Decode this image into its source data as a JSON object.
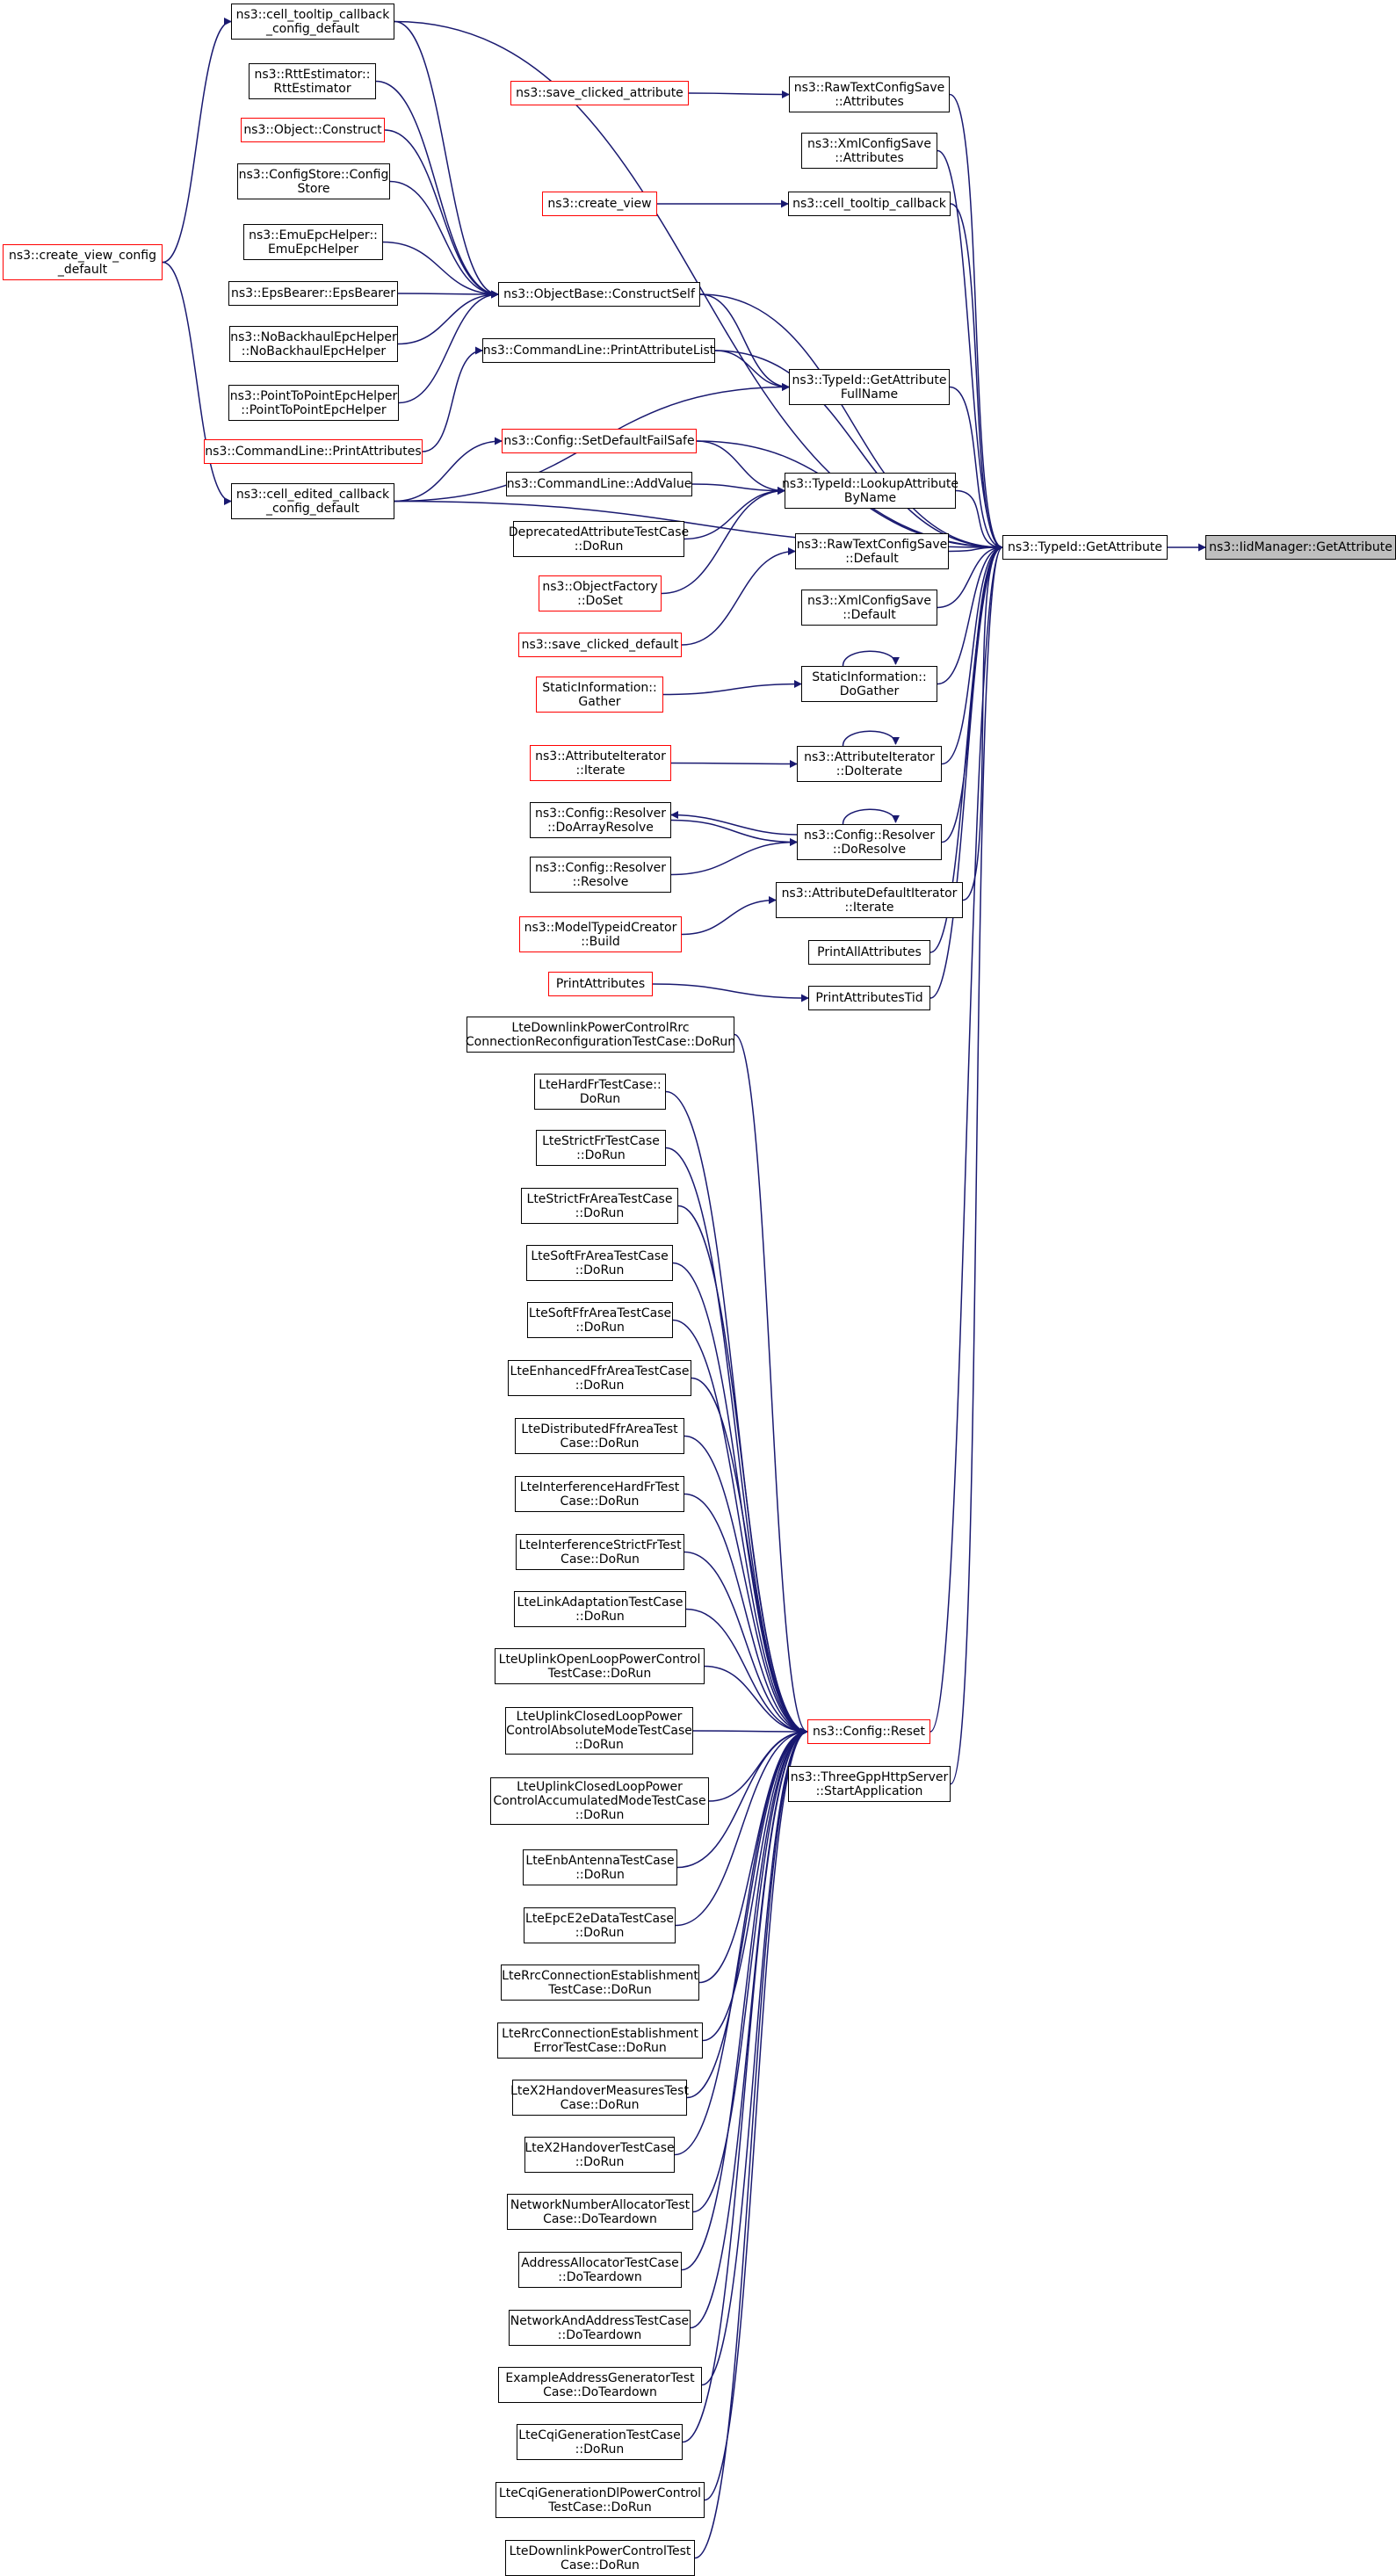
{
  "colors": {
    "edge": "#191970",
    "border": "#000000",
    "border_incomplete": "#ff0000",
    "root_fill": "#bfbfbf"
  },
  "nodes": [
    {
      "id": "root",
      "label": "ns3::IidManager::GetAttribute",
      "style": "root"
    },
    {
      "id": "ga",
      "label": "ns3::TypeId::GetAttribute",
      "style": "normal"
    },
    {
      "id": "rtcs_attr",
      "label": "ns3::RawTextConfigSave\n::Attributes",
      "style": "normal"
    },
    {
      "id": "xml_attr",
      "label": "ns3::XmlConfigSave\n::Attributes",
      "style": "normal"
    },
    {
      "id": "ctc",
      "label": "ns3::cell_tooltip_callback",
      "style": "normal"
    },
    {
      "id": "obcs",
      "label": "ns3::ObjectBase::ConstructSelf",
      "style": "normal"
    },
    {
      "id": "clpal",
      "label": "ns3::CommandLine::PrintAttributeList",
      "style": "normal"
    },
    {
      "id": "gafn",
      "label": "ns3::TypeId::GetAttribute\nFullName",
      "style": "normal"
    },
    {
      "id": "sdfs",
      "label": "ns3::Config::SetDefaultFailSafe",
      "style": "red"
    },
    {
      "id": "clav",
      "label": "ns3::CommandLine::AddValue",
      "style": "normal"
    },
    {
      "id": "labn",
      "label": "ns3::TypeId::LookupAttribute\nByName",
      "style": "normal"
    },
    {
      "id": "datc",
      "label": "DeprecatedAttributeTestCase\n::DoRun",
      "style": "normal"
    },
    {
      "id": "rtcs_def",
      "label": "ns3::RawTextConfigSave\n::Default",
      "style": "normal"
    },
    {
      "id": "ofds",
      "label": "ns3::ObjectFactory\n::DoSet",
      "style": "red"
    },
    {
      "id": "xml_def",
      "label": "ns3::XmlConfigSave\n::Default",
      "style": "normal"
    },
    {
      "id": "scd",
      "label": "ns3::save_clicked_default",
      "style": "red"
    },
    {
      "id": "si_gather",
      "label": "StaticInformation::\nGather",
      "style": "red"
    },
    {
      "id": "si_dogather",
      "label": "StaticInformation::\nDoGather",
      "style": "normal"
    },
    {
      "id": "ai_iter",
      "label": "ns3::AttributeIterator\n::Iterate",
      "style": "red"
    },
    {
      "id": "ai_doiter",
      "label": "ns3::AttributeIterator\n::DoIterate",
      "style": "normal"
    },
    {
      "id": "cr_doarr",
      "label": "ns3::Config::Resolver\n::DoArrayResolve",
      "style": "normal"
    },
    {
      "id": "cr_dores",
      "label": "ns3::Config::Resolver\n::DoResolve",
      "style": "normal"
    },
    {
      "id": "cr_res",
      "label": "ns3::Config::Resolver\n::Resolve",
      "style": "normal"
    },
    {
      "id": "adi_iter",
      "label": "ns3::AttributeDefaultIterator\n::Iterate",
      "style": "normal"
    },
    {
      "id": "mtc_build",
      "label": "ns3::ModelTypeidCreator\n::Build",
      "style": "red"
    },
    {
      "id": "paa",
      "label": "PrintAllAttributes",
      "style": "normal"
    },
    {
      "id": "pa",
      "label": "PrintAttributes",
      "style": "red"
    },
    {
      "id": "patid",
      "label": "PrintAttributesTid",
      "style": "normal"
    },
    {
      "id": "sca",
      "label": "ns3::save_clicked_attribute",
      "style": "red"
    },
    {
      "id": "cv",
      "label": "ns3::create_view",
      "style": "red"
    },
    {
      "id": "ctcd",
      "label": "ns3::cell_tooltip_callback\n_config_default",
      "style": "normal"
    },
    {
      "id": "rtte",
      "label": "ns3::RttEstimator::\nRttEstimator",
      "style": "normal"
    },
    {
      "id": "oc",
      "label": "ns3::Object::Construct",
      "style": "red"
    },
    {
      "id": "csc",
      "label": "ns3::ConfigStore::Config\nStore",
      "style": "normal"
    },
    {
      "id": "eeh",
      "label": "ns3::EmuEpcHelper::\nEmuEpcHelper",
      "style": "normal"
    },
    {
      "id": "ebeb",
      "label": "ns3::EpsBearer::EpsBearer",
      "style": "normal"
    },
    {
      "id": "nbeh",
      "label": "ns3::NoBackhaulEpcHelper\n::NoBackhaulEpcHelper",
      "style": "normal"
    },
    {
      "id": "ppeh",
      "label": "ns3::PointToPointEpcHelper\n::PointToPointEpcHelper",
      "style": "normal"
    },
    {
      "id": "clpa",
      "label": "ns3::CommandLine::PrintAttributes",
      "style": "red"
    },
    {
      "id": "cecd",
      "label": "ns3::cell_edited_callback\n_config_default",
      "style": "normal"
    },
    {
      "id": "cvcd",
      "label": "ns3::create_view_config\n_default",
      "style": "red"
    },
    {
      "id": "reset",
      "label": "ns3::Config::Reset",
      "style": "red"
    },
    {
      "id": "tghs",
      "label": "ns3::ThreeGppHttpServer\n::StartApplication",
      "style": "normal"
    },
    {
      "id": "t1",
      "label": "LteDownlinkPowerControlRrc\nConnectionReconfigurationTestCase::DoRun",
      "style": "normal"
    },
    {
      "id": "t2",
      "label": "LteHardFrTestCase::\nDoRun",
      "style": "normal"
    },
    {
      "id": "t3",
      "label": "LteStrictFrTestCase\n::DoRun",
      "style": "normal"
    },
    {
      "id": "t4",
      "label": "LteStrictFrAreaTestCase\n::DoRun",
      "style": "normal"
    },
    {
      "id": "t5",
      "label": "LteSoftFrAreaTestCase\n::DoRun",
      "style": "normal"
    },
    {
      "id": "t6",
      "label": "LteSoftFfrAreaTestCase\n::DoRun",
      "style": "normal"
    },
    {
      "id": "t7",
      "label": "LteEnhancedFfrAreaTestCase\n::DoRun",
      "style": "normal"
    },
    {
      "id": "t8",
      "label": "LteDistributedFfrAreaTest\nCase::DoRun",
      "style": "normal"
    },
    {
      "id": "t9",
      "label": "LteInterferenceHardFrTest\nCase::DoRun",
      "style": "normal"
    },
    {
      "id": "t10",
      "label": "LteInterferenceStrictFrTest\nCase::DoRun",
      "style": "normal"
    },
    {
      "id": "t11",
      "label": "LteLinkAdaptationTestCase\n::DoRun",
      "style": "normal"
    },
    {
      "id": "t12",
      "label": "LteUplinkOpenLoopPowerControl\nTestCase::DoRun",
      "style": "normal"
    },
    {
      "id": "t13",
      "label": "LteUplinkClosedLoopPower\nControlAbsoluteModeTestCase\n::DoRun",
      "style": "normal"
    },
    {
      "id": "t14",
      "label": "LteUplinkClosedLoopPower\nControlAccumulatedModeTestCase\n::DoRun",
      "style": "normal"
    },
    {
      "id": "t15",
      "label": "LteEnbAntennaTestCase\n::DoRun",
      "style": "normal"
    },
    {
      "id": "t16",
      "label": "LteEpcE2eDataTestCase\n::DoRun",
      "style": "normal"
    },
    {
      "id": "t17",
      "label": "LteRrcConnectionEstablishment\nTestCase::DoRun",
      "style": "normal"
    },
    {
      "id": "t18",
      "label": "LteRrcConnectionEstablishment\nErrorTestCase::DoRun",
      "style": "normal"
    },
    {
      "id": "t19",
      "label": "LteX2HandoverMeasuresTest\nCase::DoRun",
      "style": "normal"
    },
    {
      "id": "t20",
      "label": "LteX2HandoverTestCase\n::DoRun",
      "style": "normal"
    },
    {
      "id": "t21",
      "label": "NetworkNumberAllocatorTest\nCase::DoTeardown",
      "style": "normal"
    },
    {
      "id": "t22",
      "label": "AddressAllocatorTestCase\n::DoTeardown",
      "style": "normal"
    },
    {
      "id": "t23",
      "label": "NetworkAndAddressTestCase\n::DoTeardown",
      "style": "normal"
    },
    {
      "id": "t24",
      "label": "ExampleAddressGeneratorTest\nCase::DoTeardown",
      "style": "normal"
    },
    {
      "id": "t25",
      "label": "LteCqiGenerationTestCase\n::DoRun",
      "style": "normal"
    },
    {
      "id": "t26",
      "label": "LteCqiGenerationDlPowerControl\nTestCase::DoRun",
      "style": "normal"
    },
    {
      "id": "t27",
      "label": "LteDownlinkPowerControlTest\nCase::DoRun",
      "style": "normal"
    }
  ],
  "edges": [
    [
      "ga",
      "root"
    ],
    [
      "rtcs_attr",
      "ga"
    ],
    [
      "xml_attr",
      "ga"
    ],
    [
      "ctc",
      "ga"
    ],
    [
      "obcs",
      "ga"
    ],
    [
      "clpal",
      "ga"
    ],
    [
      "gafn",
      "ga"
    ],
    [
      "sdfs",
      "ga"
    ],
    [
      "labn",
      "ga"
    ],
    [
      "rtcs_def",
      "ga"
    ],
    [
      "xml_def",
      "ga"
    ],
    [
      "si_dogather",
      "ga"
    ],
    [
      "ai_doiter",
      "ga"
    ],
    [
      "cr_dores",
      "ga"
    ],
    [
      "adi_iter",
      "ga"
    ],
    [
      "paa",
      "ga"
    ],
    [
      "patid",
      "ga"
    ],
    [
      "reset",
      "ga"
    ],
    [
      "tghs",
      "ga"
    ],
    [
      "ctcd",
      "ga"
    ],
    [
      "cecd",
      "ga"
    ],
    [
      "sca",
      "rtcs_attr"
    ],
    [
      "cv",
      "ctc"
    ],
    [
      "ctcd",
      "obcs"
    ],
    [
      "rtte",
      "obcs"
    ],
    [
      "oc",
      "obcs"
    ],
    [
      "csc",
      "obcs"
    ],
    [
      "eeh",
      "obcs"
    ],
    [
      "ebeb",
      "obcs"
    ],
    [
      "nbeh",
      "obcs"
    ],
    [
      "ppeh",
      "obcs"
    ],
    [
      "obcs",
      "gafn"
    ],
    [
      "clpal",
      "gafn"
    ],
    [
      "cecd",
      "gafn"
    ],
    [
      "clpa",
      "clpal"
    ],
    [
      "cvcd",
      "ctcd"
    ],
    [
      "cvcd",
      "cecd"
    ],
    [
      "sdfs",
      "labn"
    ],
    [
      "clav",
      "labn"
    ],
    [
      "datc",
      "labn"
    ],
    [
      "ofds",
      "labn"
    ],
    [
      "cecd",
      "sdfs"
    ],
    [
      "scd",
      "rtcs_def"
    ],
    [
      "si_gather",
      "si_dogather"
    ],
    [
      "si_dogather",
      "si_dogather"
    ],
    [
      "ai_iter",
      "ai_doiter"
    ],
    [
      "ai_doiter",
      "ai_doiter"
    ],
    [
      "cr_doarr",
      "cr_dores"
    ],
    [
      "cr_dores",
      "cr_doarr"
    ],
    [
      "cr_res",
      "cr_dores"
    ],
    [
      "cr_dores",
      "cr_dores"
    ],
    [
      "mtc_build",
      "adi_iter"
    ],
    [
      "pa",
      "patid"
    ],
    [
      "t1",
      "reset"
    ],
    [
      "t2",
      "reset"
    ],
    [
      "t3",
      "reset"
    ],
    [
      "t4",
      "reset"
    ],
    [
      "t5",
      "reset"
    ],
    [
      "t6",
      "reset"
    ],
    [
      "t7",
      "reset"
    ],
    [
      "t8",
      "reset"
    ],
    [
      "t9",
      "reset"
    ],
    [
      "t10",
      "reset"
    ],
    [
      "t11",
      "reset"
    ],
    [
      "t12",
      "reset"
    ],
    [
      "t13",
      "reset"
    ],
    [
      "t14",
      "reset"
    ],
    [
      "t15",
      "reset"
    ],
    [
      "t16",
      "reset"
    ],
    [
      "t17",
      "reset"
    ],
    [
      "t18",
      "reset"
    ],
    [
      "t19",
      "reset"
    ],
    [
      "t20",
      "reset"
    ],
    [
      "t21",
      "reset"
    ],
    [
      "t22",
      "reset"
    ],
    [
      "t23",
      "reset"
    ],
    [
      "t24",
      "reset"
    ],
    [
      "t25",
      "reset"
    ],
    [
      "t26",
      "reset"
    ],
    [
      "t27",
      "reset"
    ]
  ]
}
